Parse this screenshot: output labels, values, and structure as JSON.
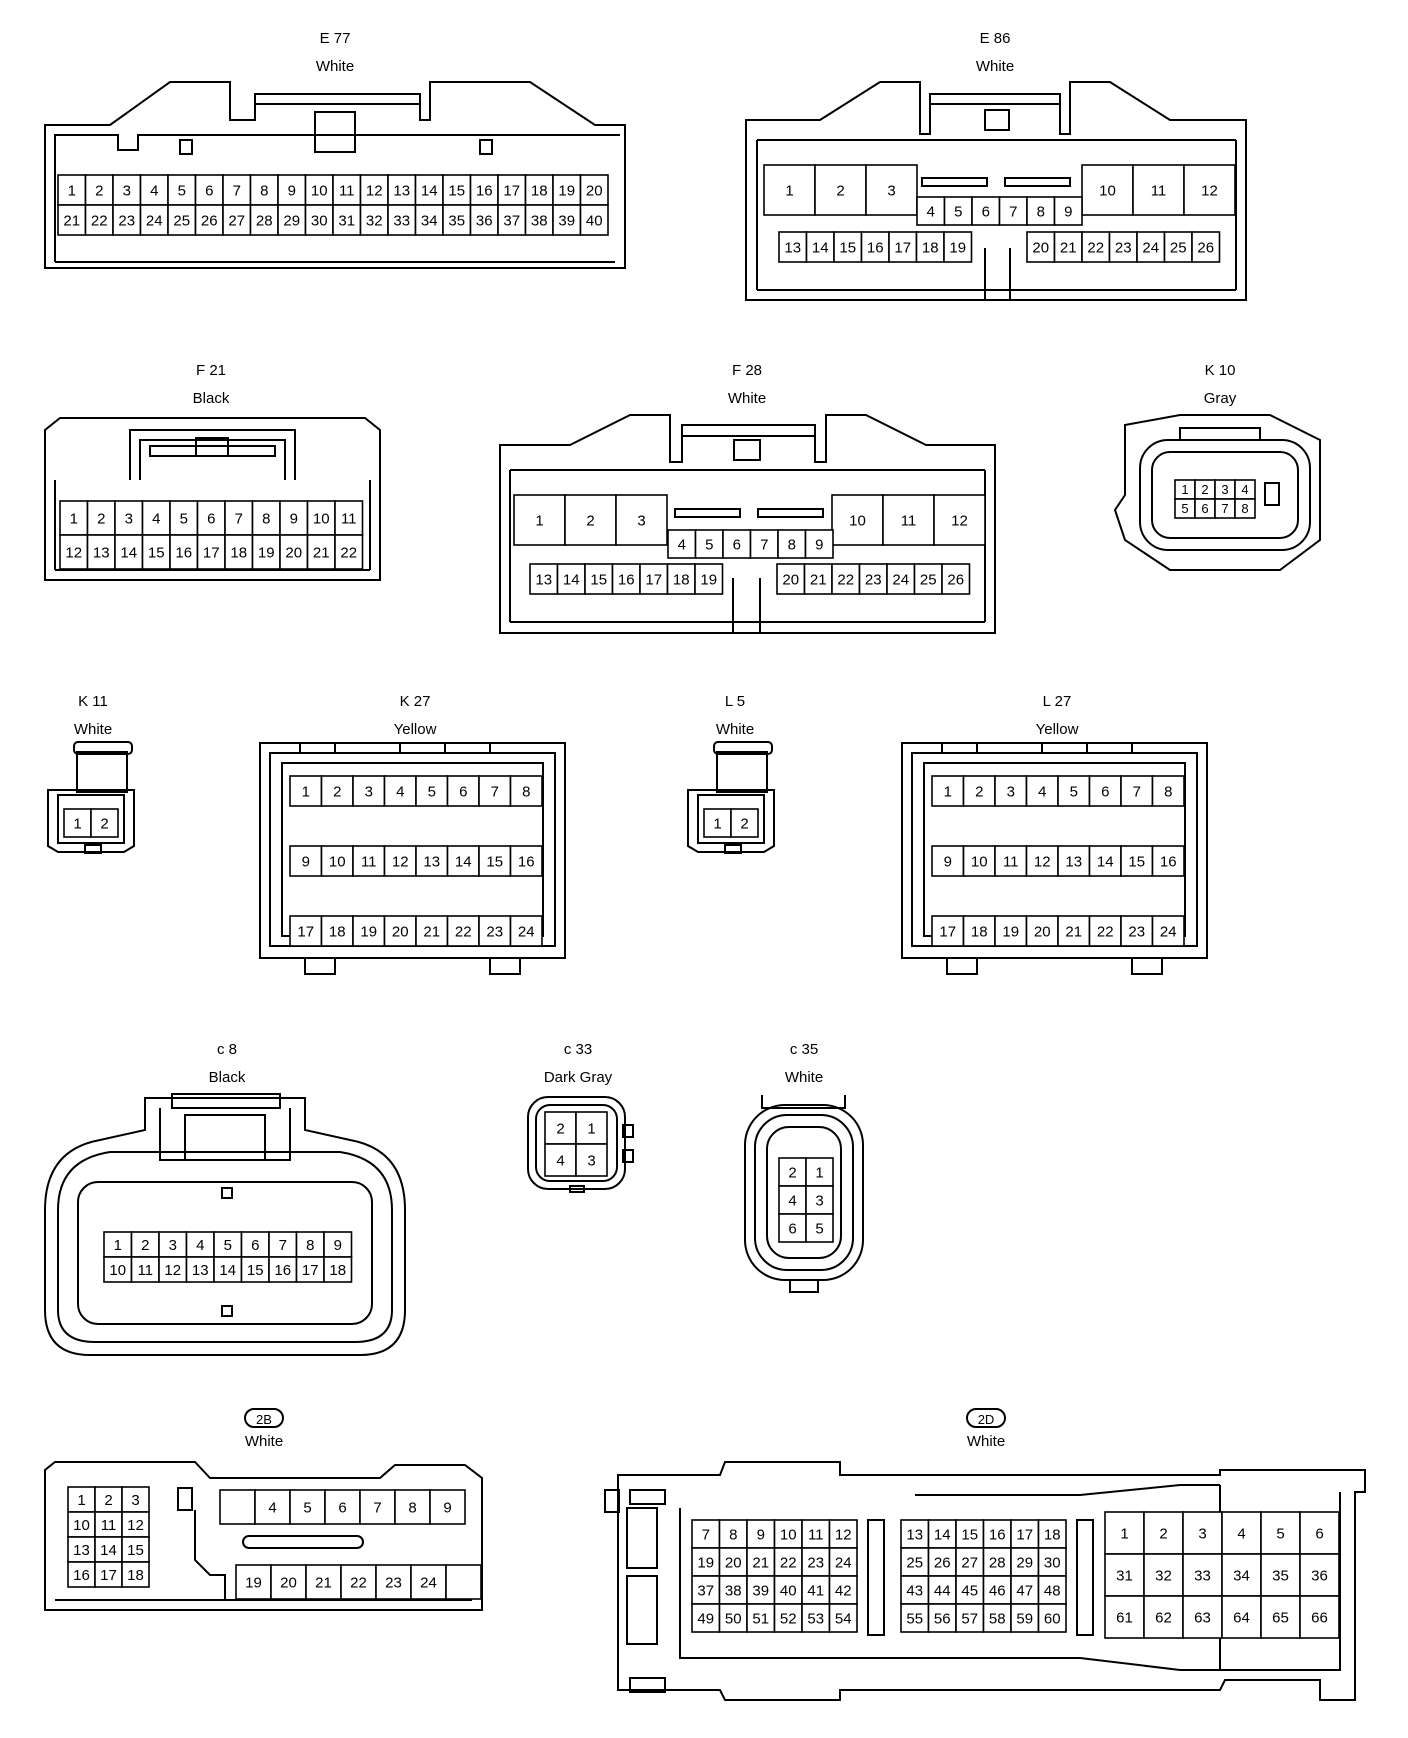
{
  "connectors": [
    {
      "id": "e77",
      "code": "E 77",
      "color": "White",
      "pins": 40
    },
    {
      "id": "e86",
      "code": "E 86",
      "color": "White",
      "pins": 26
    },
    {
      "id": "f21",
      "code": "F 21",
      "color": "Black",
      "pins": 22
    },
    {
      "id": "f28",
      "code": "F 28",
      "color": "White",
      "pins": 26
    },
    {
      "id": "k10",
      "code": "K 10",
      "color": "Gray",
      "pins": 8
    },
    {
      "id": "k11",
      "code": "K 11",
      "color": "White",
      "pins": 2
    },
    {
      "id": "k27",
      "code": "K 27",
      "color": "Yellow",
      "pins": 24
    },
    {
      "id": "l5",
      "code": "L 5",
      "color": "White",
      "pins": 2
    },
    {
      "id": "l27",
      "code": "L 27",
      "color": "Yellow",
      "pins": 24
    },
    {
      "id": "c8",
      "code": "c 8",
      "color": "Black",
      "pins": 18
    },
    {
      "id": "c33",
      "code": "c 33",
      "color": "Dark Gray",
      "pins": 4
    },
    {
      "id": "c35",
      "code": "c 35",
      "color": "White",
      "pins": 6
    },
    {
      "id": "2b",
      "code": "2B",
      "color": "White",
      "pins": 24
    },
    {
      "id": "2d",
      "code": "2D",
      "color": "White",
      "pins": 66
    }
  ],
  "pin_layouts": {
    "k10": [
      [
        "1",
        "2",
        "3",
        "4"
      ],
      [
        "5",
        "6",
        "7",
        "8"
      ]
    ],
    "c33": [
      [
        "2",
        "1"
      ],
      [
        "4",
        "3"
      ]
    ],
    "c35": [
      [
        "2",
        "1"
      ],
      [
        "4",
        "3"
      ],
      [
        "6",
        "5"
      ]
    ],
    "2b_left": [
      [
        "1",
        "2",
        "3"
      ],
      [
        "10",
        "11",
        "12"
      ],
      [
        "13",
        "14",
        "15"
      ],
      [
        "16",
        "17",
        "18"
      ]
    ],
    "2b_top": [
      "",
      "4",
      "5",
      "6",
      "7",
      "8",
      "9"
    ],
    "2b_bottom": [
      "19",
      "20",
      "21",
      "22",
      "23",
      "24",
      ""
    ],
    "2d_a": [
      [
        "7",
        "8",
        "9",
        "10",
        "11",
        "12"
      ],
      [
        "19",
        "20",
        "21",
        "22",
        "23",
        "24"
      ],
      [
        "37",
        "38",
        "39",
        "40",
        "41",
        "42"
      ],
      [
        "49",
        "50",
        "51",
        "52",
        "53",
        "54"
      ]
    ],
    "2d_b": [
      [
        "13",
        "14",
        "15",
        "16",
        "17",
        "18"
      ],
      [
        "25",
        "26",
        "27",
        "28",
        "29",
        "30"
      ],
      [
        "43",
        "44",
        "45",
        "46",
        "47",
        "48"
      ],
      [
        "55",
        "56",
        "57",
        "58",
        "59",
        "60"
      ]
    ],
    "2d_c": [
      [
        "1",
        "2",
        "3",
        "4",
        "5",
        "6"
      ],
      [
        "31",
        "32",
        "33",
        "34",
        "35",
        "36"
      ],
      [
        "61",
        "62",
        "63",
        "64",
        "65",
        "66"
      ]
    ]
  }
}
